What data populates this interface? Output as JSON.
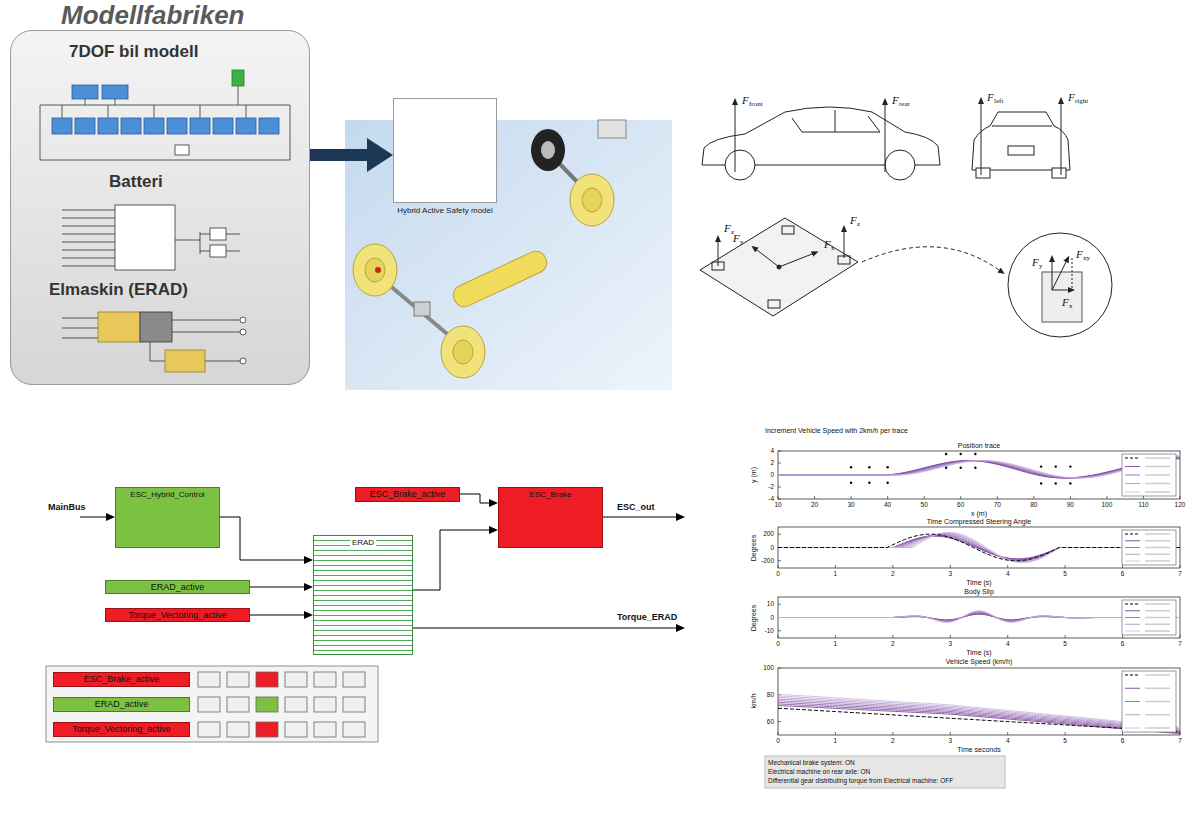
{
  "diagram": {
    "nodes": [
      {
        "text": [
          "Modellfabriken",
          "7DOF bil modell",
          "Batteri",
          "Elmaskin (ERAD)"
        ]
      },
      {
        "text": [
          "Hybrid Active Safety model"
        ]
      },
      {
        "text": [
          "ESC_Hybrid_Control"
        ]
      },
      {
        "text": [
          "ERAD"
        ]
      },
      {
        "text": [
          "ERAD_active"
        ]
      },
      {
        "text": [
          "Torque_Vectoring_active"
        ]
      },
      {
        "text": [
          "ESC_Brake_active"
        ]
      },
      {
        "text": [
          "ESC_Brake"
        ]
      },
      {
        "text": [
          "ESC_Brake_active"
        ]
      },
      {
        "text": [
          "ERAD_active"
        ]
      },
      {
        "text": [
          "Torque_Vectoring_active"
        ]
      }
    ],
    "edges": [
      {
        "from": 0,
        "to": 1,
        "arrow": "to"
      },
      {
        "from": 2,
        "to": 3,
        "arrow": "to"
      },
      {
        "from": 4,
        "to": 3,
        "arrow": "to"
      },
      {
        "from": 5,
        "to": 3,
        "arrow": "to"
      },
      {
        "from": 6,
        "to": 7,
        "arrow": "to"
      },
      {
        "from": 3,
        "to": 7,
        "arrow": "to"
      }
    ],
    "labels": [
      "MainBus",
      "ESC_out",
      "Torque_ERAD",
      "F",
      "front",
      "F",
      "rear",
      "F",
      "left",
      "F",
      "right",
      "F",
      "z",
      "F",
      "z",
      "F",
      "x",
      "F",
      "y",
      "F",
      "xy",
      "F",
      "x",
      "F",
      "y",
      "Increment Vehicle Speed with 2km/h per trace",
      "Position trace",
      "4",
      "2",
      "0",
      "-2",
      "-4",
      "y (m)",
      "10",
      "20",
      "30",
      "40",
      "50",
      "60",
      "70",
      "80",
      "90",
      "100",
      "110",
      "120",
      "x (m)",
      "Time Compressed Steering Angle",
      "200",
      "0",
      "-200",
      "Degrees",
      "0",
      "1",
      "2",
      "3",
      "4",
      "5",
      "6",
      "7",
      "Time (s)",
      "Body Slip",
      "10",
      "0",
      "-10",
      "Degrees",
      "0",
      "1",
      "2",
      "3",
      "4",
      "5",
      "6",
      "7",
      "Time (s)",
      "Vehicle Speed (km/h)",
      "100",
      "80",
      "60",
      "km/h",
      "0",
      "1",
      "2",
      "3",
      "4",
      "5",
      "6",
      "7",
      "Time seconds",
      "Mechanical brake system: ON",
      "Electrical machine on rear axle: ON",
      "Differential gear distributing torque from Electrical machine: OFF"
    ]
  }
}
